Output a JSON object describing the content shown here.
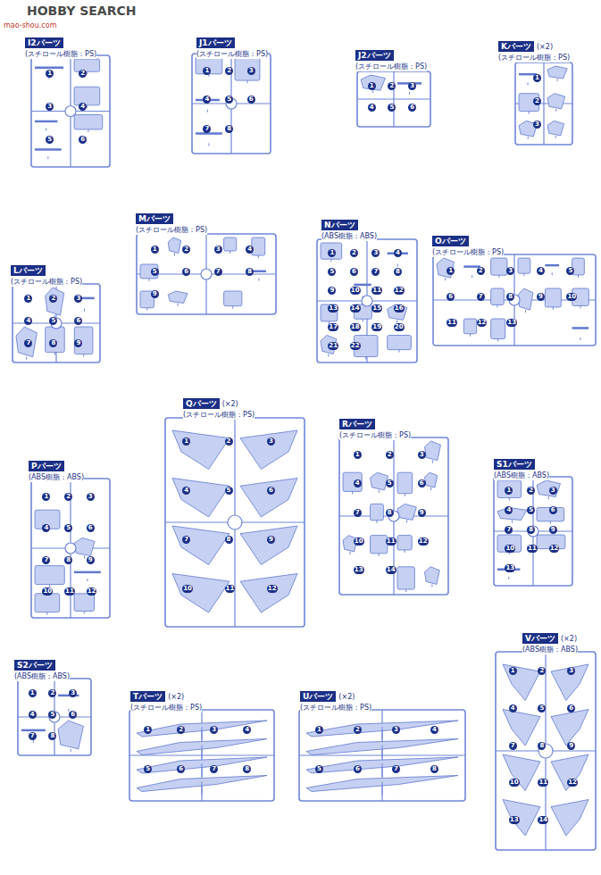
{
  "diagram": {
    "nodes": [
      {
        "text": [
          "I2パーツ",
          "(スチロール樹脂：PS)"
        ]
      },
      {
        "text": [
          "J1パーツ",
          "(スチロール樹脂：PS)"
        ]
      },
      {
        "text": [
          "J2パーツ",
          "(スチロール樹脂：PS)"
        ]
      },
      {
        "text": [
          "Kパーツ",
          "(×2)",
          "(スチロール樹脂：PS)"
        ]
      },
      {
        "text": [
          "Lパーツ",
          "(スチロール樹脂：PS)"
        ]
      },
      {
        "text": [
          "Mパーツ",
          "(スチロール樹脂：PS)"
        ]
      },
      {
        "text": [
          "Nパーツ",
          "(ABS樹脂：ABS)"
        ]
      },
      {
        "text": [
          "Oパーツ",
          "(スチロール樹脂：PS)"
        ]
      },
      {
        "text": [
          "Pパーツ",
          "(ABS樹脂：ABS)"
        ]
      },
      {
        "text": [
          "Qパーツ",
          "(×2)",
          "(スチロール樹脂：PS)"
        ]
      },
      {
        "text": [
          "Rパーツ",
          "(スチロール樹脂：PS)"
        ]
      },
      {
        "text": [
          "S1パーツ",
          "(ABS樹脂：ABS)"
        ]
      },
      {
        "text": [
          "S2パーツ",
          "(ABS樹脂：ABS)"
        ]
      },
      {
        "text": [
          "Tパーツ",
          "(×2)",
          "(スチロール樹脂：PS)"
        ]
      },
      {
        "text": [
          "Uパーツ",
          "(×2)",
          "(スチロール樹脂：PS)"
        ]
      },
      {
        "text": [
          "Vパーツ",
          "(×2)",
          "(ABS樹脂：ABS)"
        ]
      }
    ],
    "labels": [
      "HOBBY SEARCH",
      "mao-shou.com",
      "1",
      "2",
      "3",
      "4",
      "5",
      "6",
      "1",
      "2",
      "3",
      "4",
      "5",
      "6",
      "7",
      "8",
      "1",
      "2",
      "3",
      "4",
      "5",
      "6",
      "1",
      "2",
      "3",
      "1",
      "2",
      "3",
      "4",
      "5",
      "6",
      "7",
      "8",
      "9",
      "1",
      "2",
      "3",
      "4",
      "5",
      "6",
      "7",
      "8",
      "9",
      "1",
      "2",
      "3",
      "4",
      "5",
      "6",
      "7",
      "8",
      "9",
      "10",
      "11",
      "12",
      "13",
      "14",
      "15",
      "16",
      "17",
      "18",
      "19",
      "20",
      "21",
      "22",
      "1",
      "2",
      "3",
      "4",
      "5",
      "6",
      "7",
      "8",
      "9",
      "10",
      "11",
      "12",
      "13",
      "1",
      "2",
      "3",
      "4",
      "5",
      "6",
      "7",
      "8",
      "9",
      "10",
      "11",
      "12",
      "1",
      "2",
      "3",
      "4",
      "5",
      "6",
      "7",
      "8",
      "9",
      "10",
      "11",
      "12",
      "1",
      "2",
      "3",
      "4",
      "5",
      "6",
      "7",
      "8",
      "9",
      "10",
      "11",
      "12",
      "13",
      "14",
      "1",
      "2",
      "3",
      "4",
      "5",
      "6",
      "7",
      "8",
      "9",
      "10",
      "11",
      "12",
      "13",
      "1",
      "2",
      "3",
      "4",
      "5",
      "6",
      "7",
      "8",
      "1",
      "2",
      "3",
      "4",
      "5",
      "6",
      "7",
      "8",
      "1",
      "2",
      "3",
      "4",
      "5",
      "6",
      "7",
      "8",
      "1",
      "2",
      "3",
      "4",
      "5",
      "6",
      "7",
      "8",
      "9",
      "10",
      "11",
      "12",
      "13",
      "14"
    ]
  }
}
